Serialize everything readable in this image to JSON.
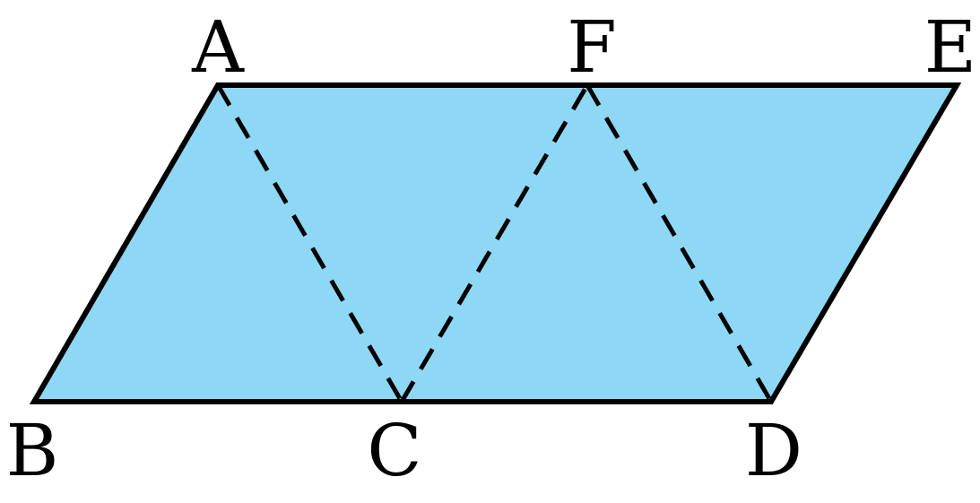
{
  "diagram": {
    "fill_color": "#8fd8f5",
    "stroke_color": "#000000",
    "labels": {
      "A": "A",
      "B": "B",
      "C": "C",
      "D": "D",
      "E": "E",
      "F": "F"
    },
    "solid_edges": [
      "AE",
      "ED",
      "DB",
      "BA"
    ],
    "dashed_segments": [
      "AC",
      "CF",
      "FD"
    ]
  }
}
